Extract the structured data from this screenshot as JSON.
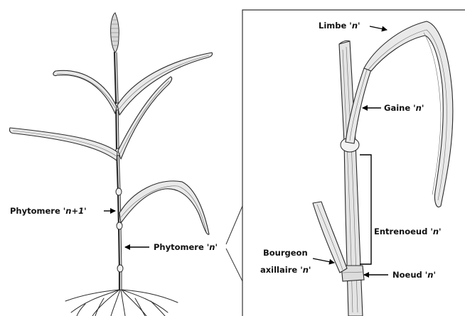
{
  "labels": {
    "phytomere_n_plus_1": {
      "prefix": "Phytomere ",
      "suffix": "'n+1'"
    },
    "phytomere_n": {
      "prefix": "Phytomere ",
      "suffix": "'n'"
    },
    "limbe": {
      "prefix": "Limbe ",
      "suffix": "'n'"
    },
    "gaine": {
      "prefix": "Gaine ",
      "suffix": "'n'"
    },
    "entrenoeud": {
      "prefix": "Entrenoeud ",
      "suffix": "'n'"
    },
    "bourgeon_line1": "Bourgeon",
    "bourgeon_line2": {
      "prefix": "axillaire ",
      "suffix": "'n'"
    },
    "noeud": {
      "prefix": "Noeud ",
      "suffix": "'n'"
    }
  }
}
